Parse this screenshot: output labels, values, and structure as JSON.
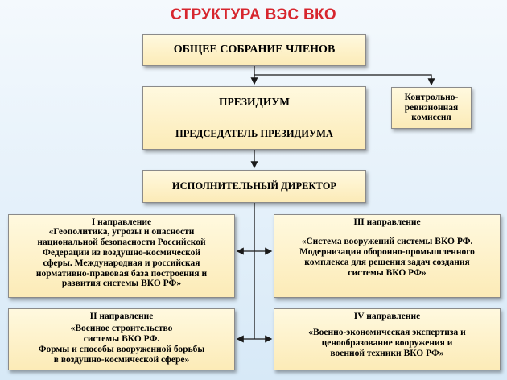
{
  "title": "СТРУКТУРА ВЭС ВКО",
  "general_meeting": "ОБЩЕЕ СОБРАНИЕ ЧЛЕНОВ",
  "presidium": "ПРЕЗИДИУМ",
  "presidium_chairman": "ПРЕДСЕДАТЕЛЬ ПРЕЗИДИУМА",
  "audit_commission": "Контрольно-\nревизионная\nкомиссия",
  "executive_director": "ИСПОЛНИТЕЛЬНЫЙ ДИРЕКТОР",
  "directions": [
    {
      "heading": "I направление",
      "text": "«Геополитика, угрозы и опасности\nнациональной безопасности Российской\nФедерации из воздушно-космической\nсферы. Международная и российская\nнормативно-правовая база построения  и\nразвития системы  ВКО РФ»"
    },
    {
      "heading": "II направление",
      "text": "«Военное строительство\nсистемы ВКО РФ.\nФормы и способы вооруженной борьбы\nв воздушно-космической сфере»"
    },
    {
      "heading": "III направление",
      "text": "«Система вооружений системы ВКО РФ.\nМодернизация оборонно-промышленного\nкомплекса для  решения задач создания\nсистемы ВКО РФ»"
    },
    {
      "heading": "IV направление",
      "text": "«Военно-экономическая экспертиза  и\nценообразование вооружения и\nвоенной техники ВКО РФ»"
    }
  ],
  "colors": {
    "title": "#d7262e",
    "box_fill": "#fcebb7",
    "box_border": "#8a8a8a",
    "connector": "#1a1a1a"
  }
}
